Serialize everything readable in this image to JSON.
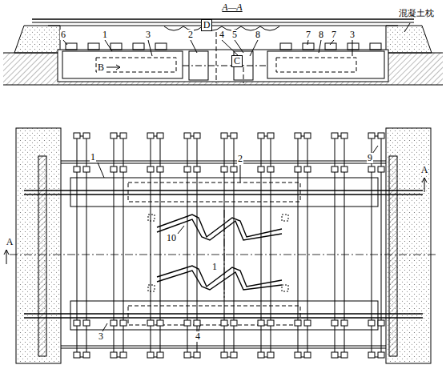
{
  "diagram": {
    "labels": [
      "A—A",
      "6",
      "1",
      "B",
      "3",
      "2",
      "D",
      "4",
      "5",
      "C",
      "8",
      "7",
      "8",
      "7",
      "3",
      "混凝土枕",
      "1",
      "2",
      "9",
      "A",
      "A",
      "10",
      "1",
      "3",
      "4"
    ]
  }
}
